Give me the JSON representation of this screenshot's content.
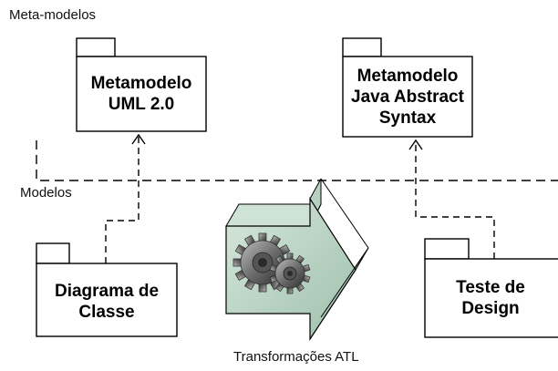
{
  "regions": {
    "meta_models": "Meta-modelos",
    "models": "Modelos"
  },
  "packages": {
    "uml_metamodel": [
      "Metamodelo",
      "UML 2.0"
    ],
    "java_metamodel": [
      "Metamodelo",
      "Java Abstract",
      "Syntax"
    ],
    "class_diagram": [
      "Diagrama de",
      "Classe"
    ],
    "design_test": [
      "Teste de",
      "Design"
    ]
  },
  "transformation": {
    "caption": "Transformações ATL",
    "icon": "gears-arrow-icon"
  },
  "colors": {
    "line": "#000000",
    "arrow_face": "#bcd6c6",
    "arrow_side": "#6f8f7c",
    "gear_dark": "#4a4a4a",
    "gear_light": "#a0a0a0"
  }
}
